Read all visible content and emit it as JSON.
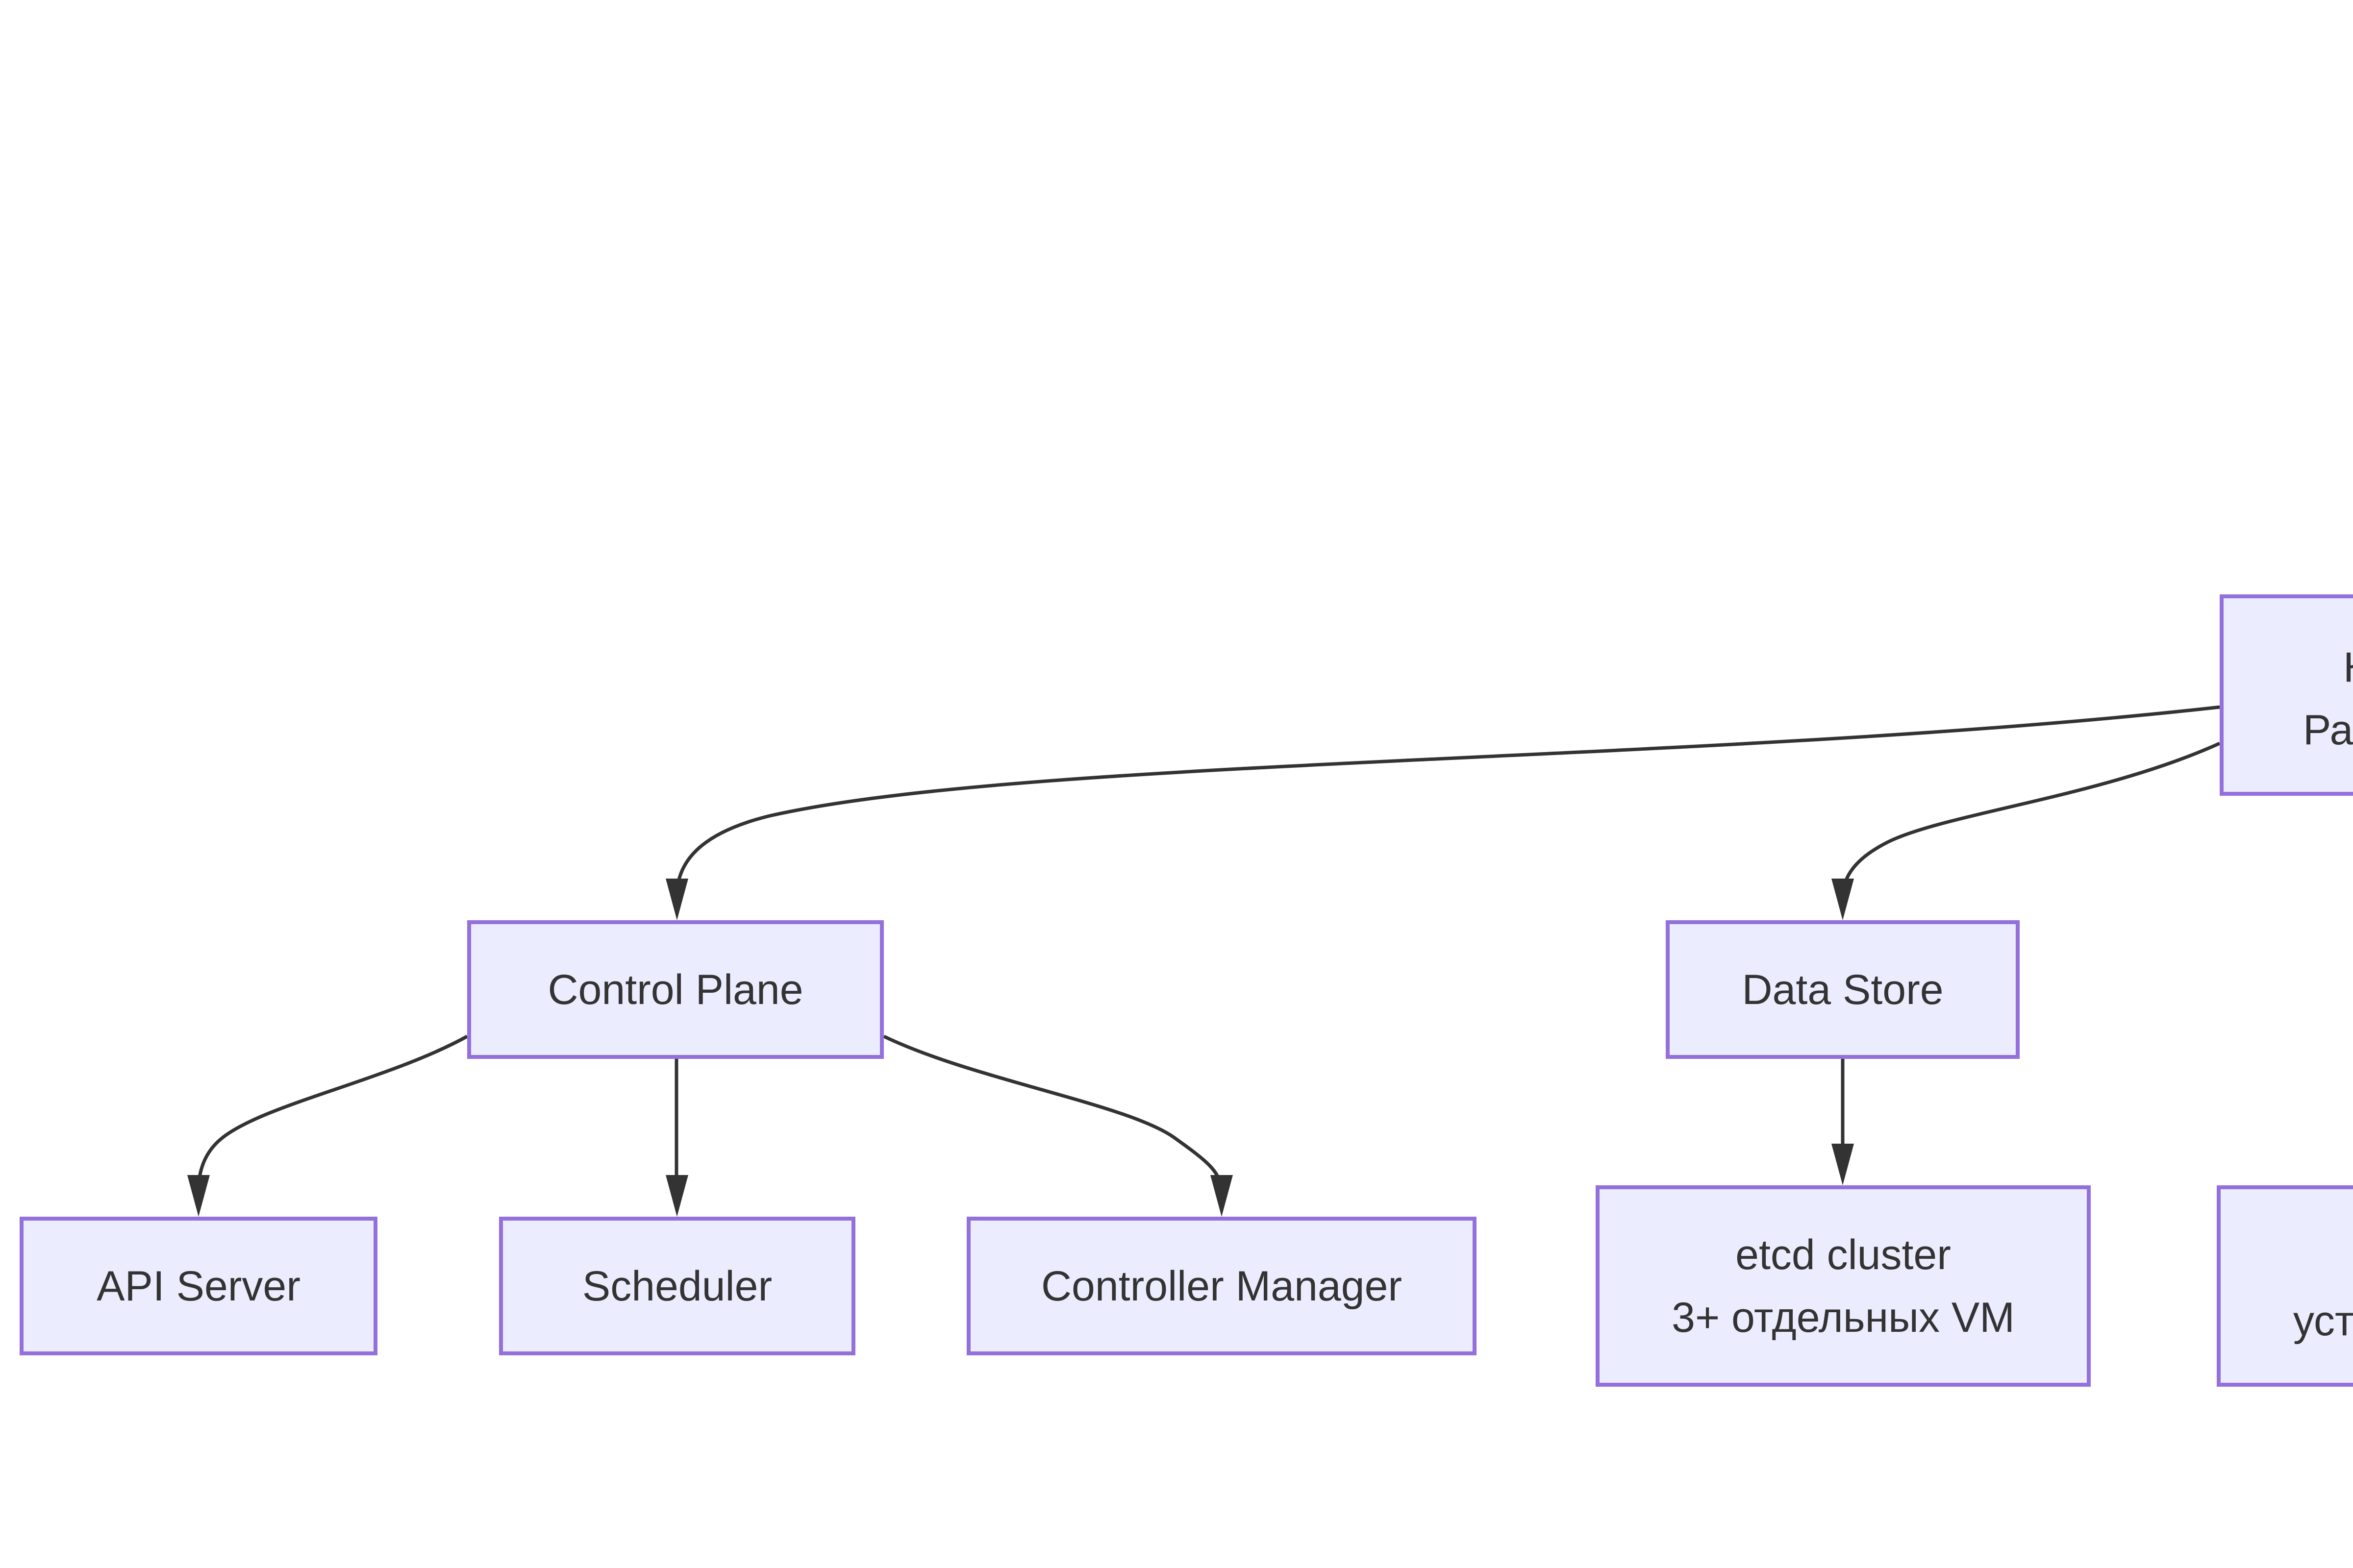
{
  "diagram": {
    "type": "flowchart",
    "background_color": "#ffffff",
    "node_fill_color": "#ECECFF",
    "node_border_color": "#9370DB",
    "edge_color": "#333333",
    "text_color": "#333333",
    "nodes": {
      "root_partial": {
        "lines": [
          "К",
          "Раз"
        ]
      },
      "control_plane": {
        "label": "Control Plane"
      },
      "data_store": {
        "label": "Data Store"
      },
      "api_server": {
        "label": "API Server"
      },
      "scheduler": {
        "label": "Scheduler"
      },
      "controller_manager": {
        "label": "Controller Manager"
      },
      "etcd_cluster": {
        "lines": [
          "etcd cluster",
          "3+ отдельных VM"
        ]
      },
      "bottom_right_partial": {
        "lines": [
          "уста"
        ]
      }
    },
    "edges": [
      {
        "from": "root_partial",
        "to": "control_plane"
      },
      {
        "from": "root_partial",
        "to": "data_store"
      },
      {
        "from": "control_plane",
        "to": "api_server"
      },
      {
        "from": "control_plane",
        "to": "scheduler"
      },
      {
        "from": "control_plane",
        "to": "controller_manager"
      },
      {
        "from": "data_store",
        "to": "etcd_cluster"
      }
    ]
  }
}
